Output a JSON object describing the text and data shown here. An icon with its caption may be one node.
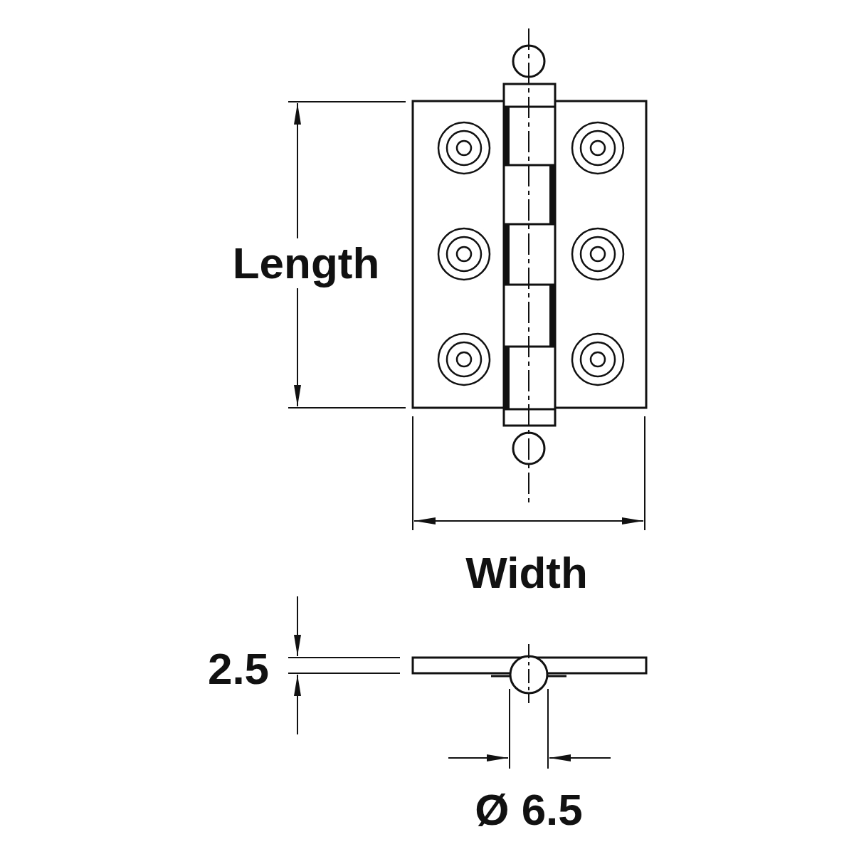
{
  "diagram": {
    "labels": [
      "Length",
      "Width",
      "2.5",
      "Ø 6.5"
    ]
  }
}
